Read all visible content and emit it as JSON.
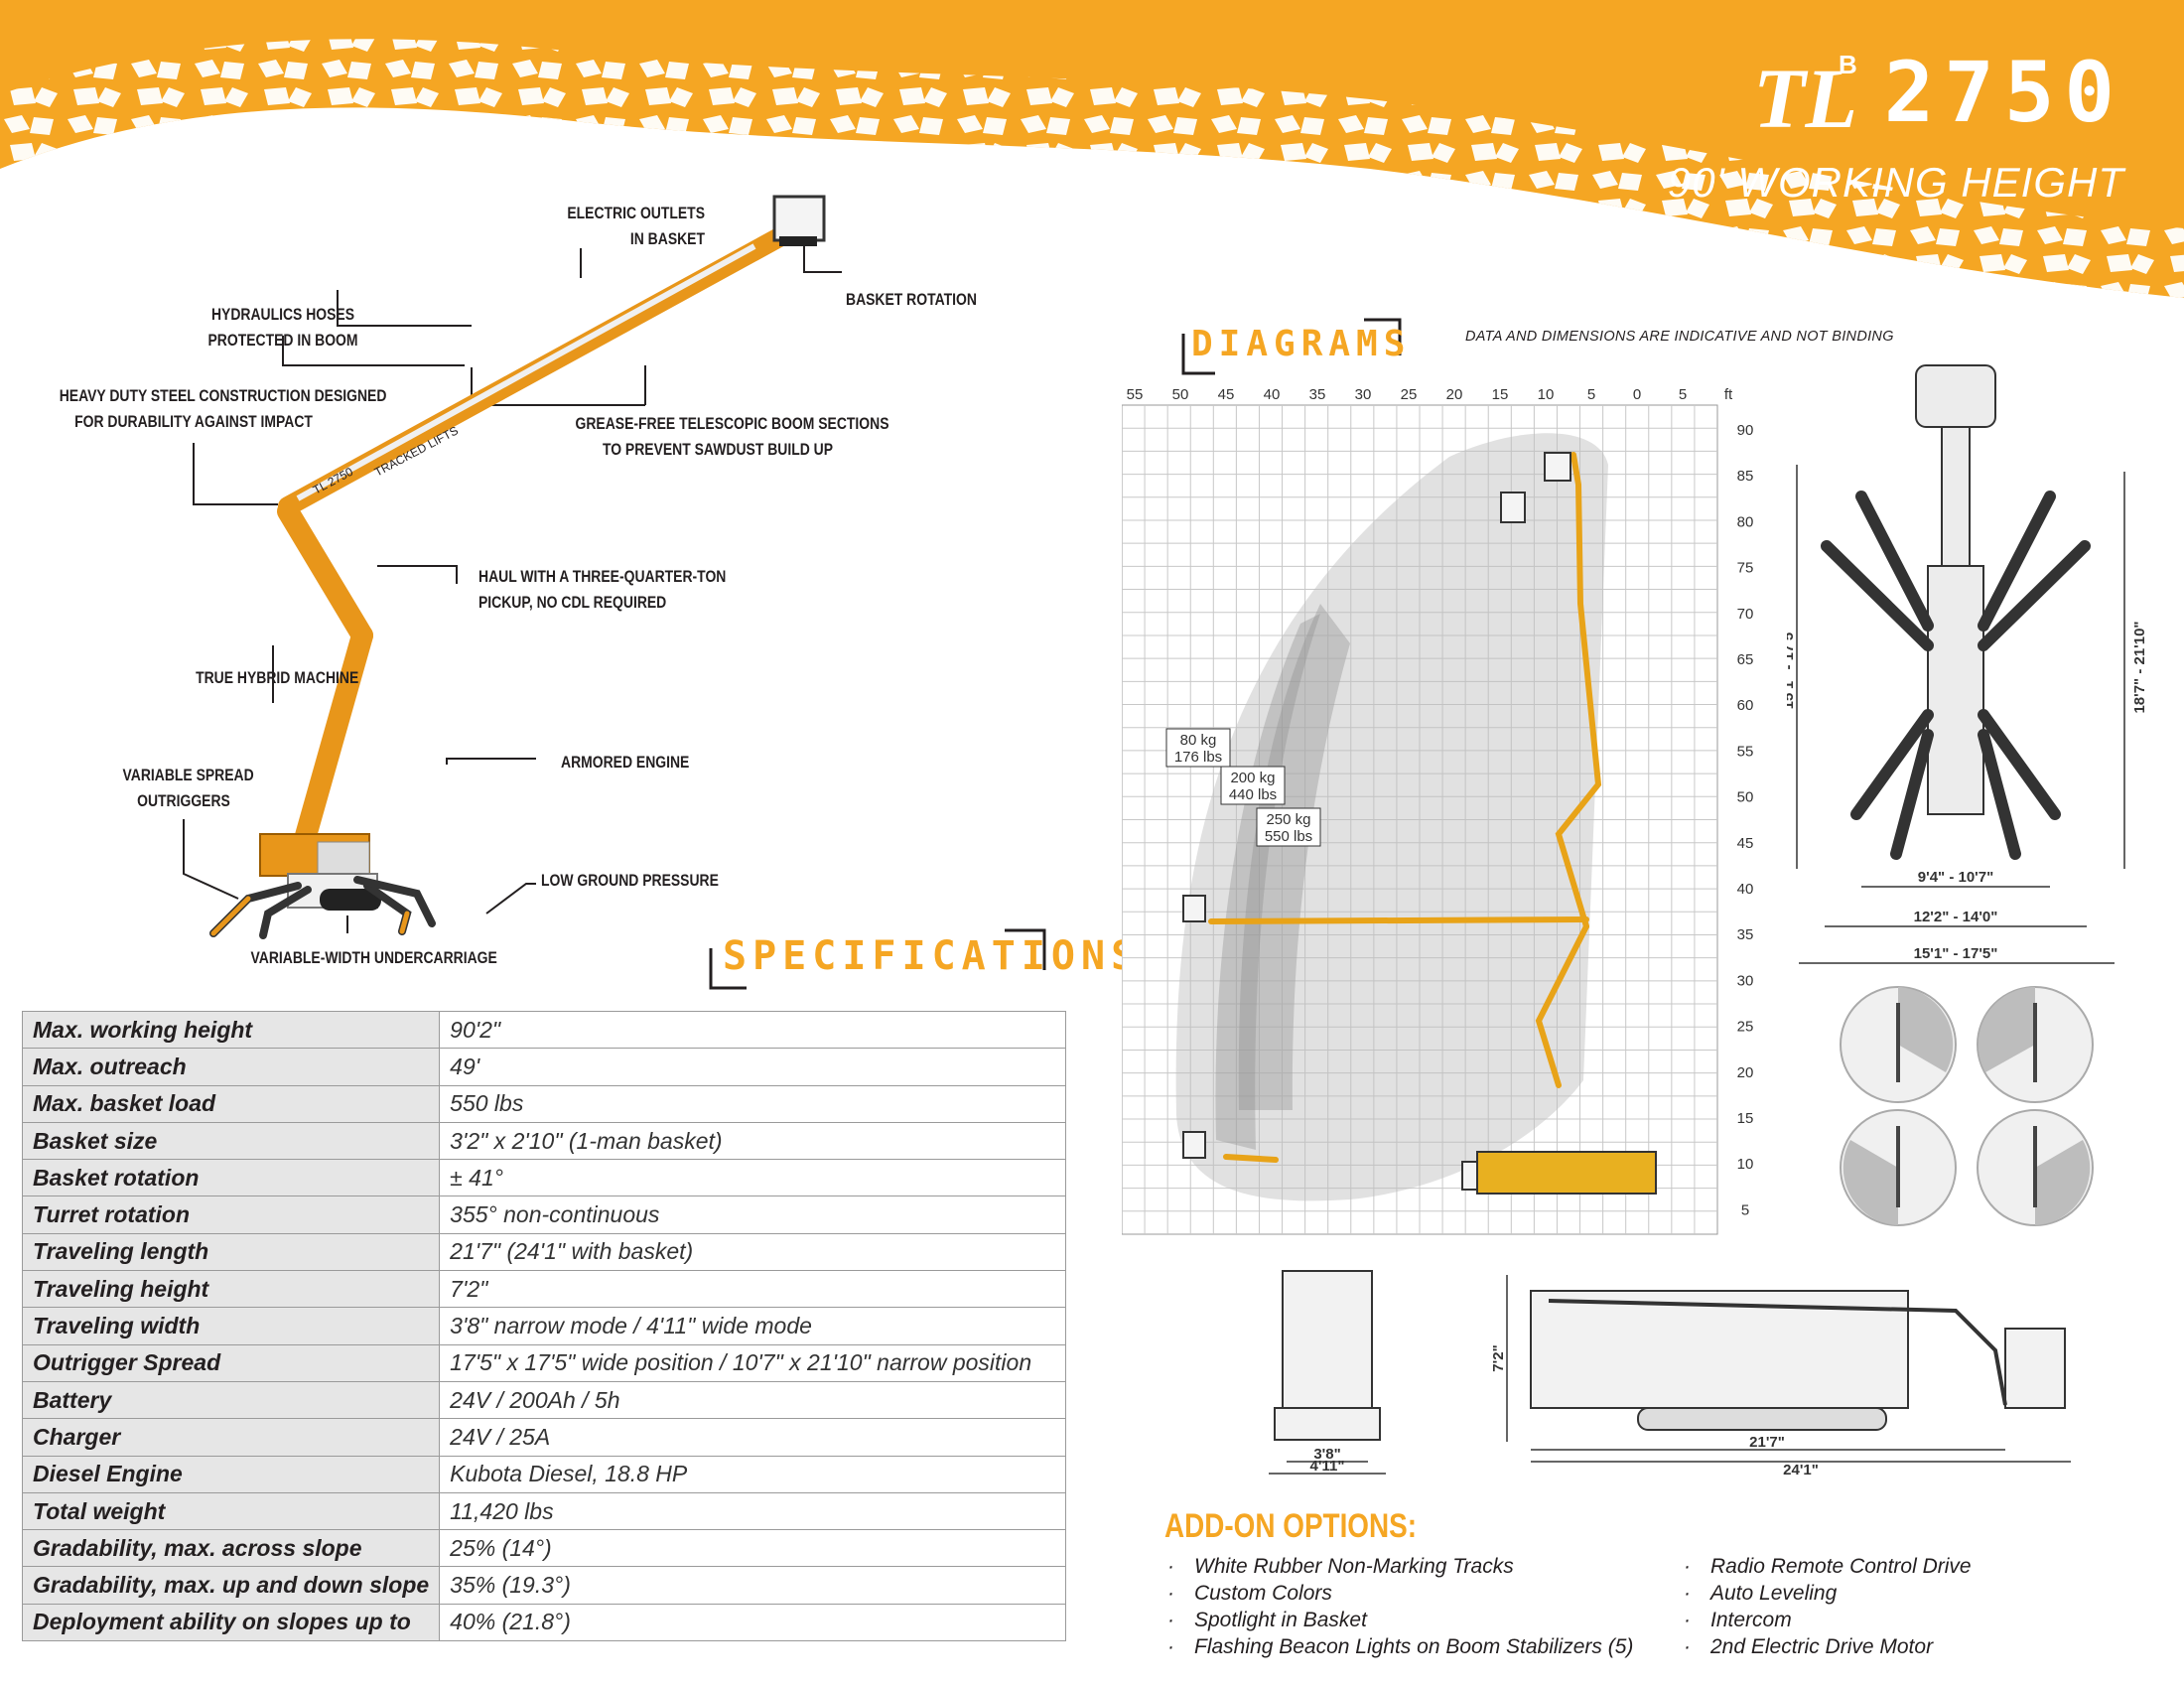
{
  "brand": {
    "logo_text": "TL",
    "logo_sup": "B",
    "model": "2750",
    "subtitle": "90' WORKING HEIGHT"
  },
  "callouts": {
    "electric_outlets": [
      "ELECTRIC OUTLETS",
      "IN BASKET"
    ],
    "basket_rotation": [
      "BASKET ROTATION"
    ],
    "hydraulics_hoses": [
      "HYDRAULICS HOSES",
      "PROTECTED IN BOOM"
    ],
    "heavy_duty": [
      "HEAVY DUTY STEEL CONSTRUCTION DESIGNED",
      "FOR DURABILITY AGAINST IMPACT"
    ],
    "grease_free": [
      "GREASE-FREE TELESCOPIC BOOM SECTIONS",
      "TO PREVENT SAWDUST BUILD UP"
    ],
    "haul": [
      "HAUL WITH A THREE-QUARTER-TON",
      "PICKUP, NO CDL REQUIRED"
    ],
    "hybrid": [
      "TRUE HYBRID MACHINE"
    ],
    "armored_engine": [
      "ARMORED ENGINE"
    ],
    "outriggers": [
      "VARIABLE SPREAD",
      "OUTRIGGERS"
    ],
    "low_pressure": [
      "LOW GROUND PRESSURE"
    ],
    "undercarriage": [
      "VARIABLE-WIDTH UNDERCARRIAGE"
    ]
  },
  "machine_text": {
    "boom_label": "TRACKED LIFTS",
    "model_small": "TL 2750"
  },
  "specifications": {
    "title": "SPECIFICATIONS",
    "rows": [
      {
        "label": "Max. working height",
        "value": "90'2\""
      },
      {
        "label": "Max. outreach",
        "value": "49'"
      },
      {
        "label": "Max. basket load",
        "value": "550 lbs"
      },
      {
        "label": "Basket size",
        "value": "3'2\" x 2'10\" (1-man basket)"
      },
      {
        "label": "Basket rotation",
        "value": "± 41°"
      },
      {
        "label": "Turret rotation",
        "value": "355° non-continuous"
      },
      {
        "label": "Traveling length",
        "value": "21'7\" (24'1\" with basket)"
      },
      {
        "label": "Traveling height",
        "value": "7'2\""
      },
      {
        "label": "Traveling width",
        "value": "3'8\" narrow mode  /  4'11\" wide mode"
      },
      {
        "label": "Outrigger Spread",
        "value": "17'5\" x 17'5\" wide position  /  10'7\" x 21'10\" narrow position"
      },
      {
        "label": "Battery",
        "value": "24V / 200Ah / 5h"
      },
      {
        "label": "Charger",
        "value": "24V / 25A"
      },
      {
        "label": "Diesel Engine",
        "value": "Kubota Diesel, 18.8 HP"
      },
      {
        "label": "Total weight",
        "value": "11,420 lbs"
      },
      {
        "label": "Gradability, max. across slope",
        "value": "25% (14°)"
      },
      {
        "label": "Gradability, max. up and down slope",
        "value": "35% (19.3°)"
      },
      {
        "label": "Deployment ability on slopes up to",
        "value": "40% (21.8°)"
      }
    ]
  },
  "diagrams": {
    "title": "DIAGRAMS",
    "disclaimer": "DATA AND DIMENSIONS ARE INDICATIVE AND NOT BINDING",
    "x_ticks": [
      "55",
      "50",
      "45",
      "40",
      "35",
      "30",
      "25",
      "20",
      "15",
      "10",
      "5",
      "0",
      "5",
      "ft"
    ],
    "y_ticks": [
      "90",
      "85",
      "80",
      "75",
      "70",
      "65",
      "60",
      "55",
      "50",
      "45",
      "40",
      "35",
      "30",
      "25",
      "20",
      "15",
      "10",
      "5"
    ],
    "loads": [
      {
        "kg": "80 kg",
        "lbs": "176 lbs"
      },
      {
        "kg": "200 kg",
        "lbs": "440 lbs"
      },
      {
        "kg": "250 kg",
        "lbs": "550 lbs"
      }
    ],
    "top_view_dims": {
      "left": "15'1\" - 17'5\"",
      "right": "18'7\" - 21'10\"",
      "inner": "9'4\" - 10'7\"",
      "mid": "12'2\" - 14'0\"",
      "outer": "15'1\" - 17'5\""
    },
    "front_view_dims": {
      "narrow": "3'8\"",
      "wide": "4'11\""
    },
    "side_view_dims": {
      "height": "7'2\"",
      "length": "21'7\"",
      "length_with_basket": "24'1\""
    }
  },
  "addons": {
    "title": "ADD-ON OPTIONS:",
    "left": [
      "White Rubber Non-Marking Tracks",
      "Custom Colors",
      "Spotlight in Basket",
      "Flashing Beacon Lights on Boom Stabilizers (5)"
    ],
    "right": [
      "Radio Remote Control Drive",
      "Auto Leveling",
      "Intercom",
      "2nd Electric Drive Motor"
    ]
  },
  "colors": {
    "accent": "#F5A623",
    "ink": "#231F20"
  }
}
